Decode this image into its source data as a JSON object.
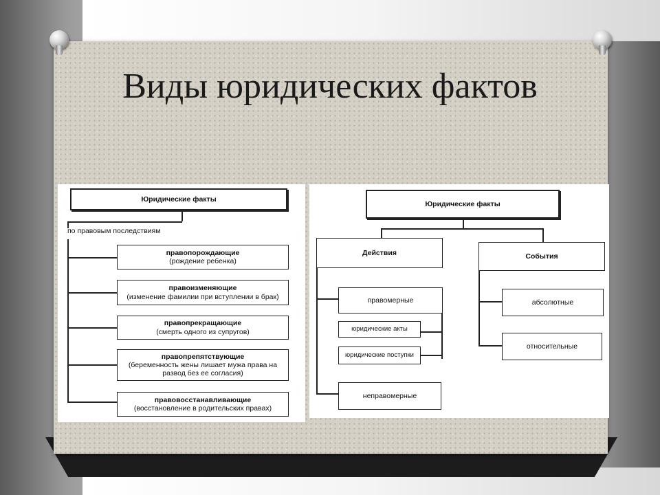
{
  "title": "Виды юридических фактов",
  "left_diagram": {
    "root": "Юридические факты",
    "criterion": "по правовым последствиям",
    "items": [
      {
        "name": "правопорождающие",
        "example": "(рождение ребенка)"
      },
      {
        "name": "правоизменяющие",
        "example": "(изменение фамилии при вступлении в брак)"
      },
      {
        "name": "правопрекращающие",
        "example": "(смерть одного из супругов)"
      },
      {
        "name": "правопрепятствующие",
        "example": "(беременность жены лишает мужа права на развод без ее согласия)"
      },
      {
        "name": "правовосстанавливающие",
        "example": "(восстановление в родительских правах)"
      }
    ]
  },
  "right_diagram": {
    "root": "Юридические факты",
    "actions": {
      "label": "Действия",
      "lawful": "правомерные",
      "lawful_children": [
        "юридические акты",
        "юридические поступки"
      ],
      "unlawful": "неправомерные"
    },
    "events": {
      "label": "События",
      "children": [
        "абсолютные",
        "относительные"
      ]
    }
  }
}
